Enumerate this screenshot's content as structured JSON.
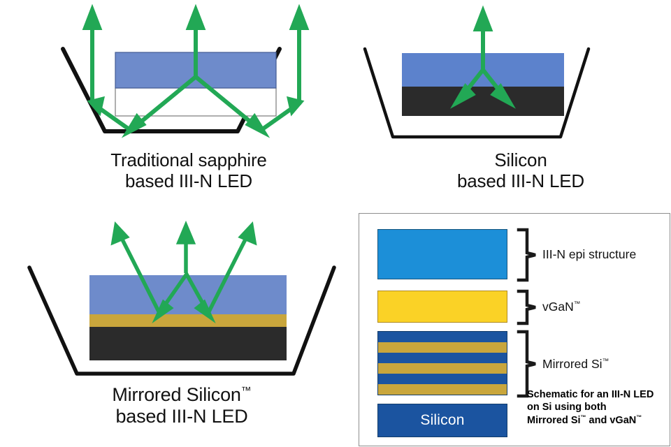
{
  "figure": {
    "type": "diagram",
    "subject": "Light extraction comparison for III-N LEDs on sapphire, silicon, and Mirrored Silicon substrates"
  },
  "colors": {
    "arrow_green": "#22A855",
    "epi_blue_diagram": "#6E8BCB",
    "epi_blue_legend": "#1C8FD8",
    "vgan_yellow": "#FAD226",
    "mirror_gold": "#C9A63C",
    "silicon_black": "#2B2B2B",
    "silicon_blue": "#1B54A0",
    "sapphire_white": "#FFFFFF",
    "cup_black": "#111111",
    "panel_border": "#8D8D8D"
  },
  "panels": [
    {
      "id": "sapphire",
      "caption_lines": [
        "Traditional sapphire",
        "based III-N LED"
      ],
      "layers": [
        {
          "name": "III-N epi structure",
          "fill": "epi_blue_diagram"
        },
        {
          "name": "sapphire substrate",
          "fill": "sapphire_white"
        }
      ],
      "ray_description": "Light generated at the epi/sapphire interface escapes upward and also refracts down through the transparent sapphire to bounce off the angled reflector cup walls"
    },
    {
      "id": "silicon",
      "caption_lines": [
        "Silicon",
        "based III-N LED"
      ],
      "layers": [
        {
          "name": "III-N epi structure",
          "fill": "epi_blue_diagram"
        },
        {
          "name": "silicon substrate",
          "fill": "silicon_black"
        }
      ],
      "ray_description": "Only upward light escapes; downward rays are absorbed by the opaque silicon substrate"
    },
    {
      "id": "mirrored",
      "caption_lines": [
        "Mirrored Silicon™",
        "based III-N LED"
      ],
      "layers": [
        {
          "name": "III-N epi structure",
          "fill": "epi_blue_diagram"
        },
        {
          "name": "Mirrored Si mirror layer",
          "fill": "mirror_gold"
        },
        {
          "name": "silicon substrate",
          "fill": "silicon_black"
        }
      ],
      "ray_description": "Downward rays reflect off the buried mirror and escape upward, increasing extraction efficiency"
    }
  ],
  "legend": {
    "rows": [
      {
        "label": "III-N epi structure",
        "swatch": "solid-blue"
      },
      {
        "label": "vGaN™",
        "swatch": "solid-yellow"
      },
      {
        "label": "Mirrored Si™",
        "swatch": "striped-blue-gold"
      }
    ],
    "mirror_stripes": [
      "#1B54A0",
      "#C9A63C",
      "#1B54A0",
      "#C9A63C",
      "#1B54A0",
      "#C9A63C"
    ],
    "silicon_block_label": "Silicon",
    "caption_lines": [
      "Schematic for an III-N LED",
      "on Si using both",
      "Mirrored Si™ and vGaN™"
    ]
  }
}
